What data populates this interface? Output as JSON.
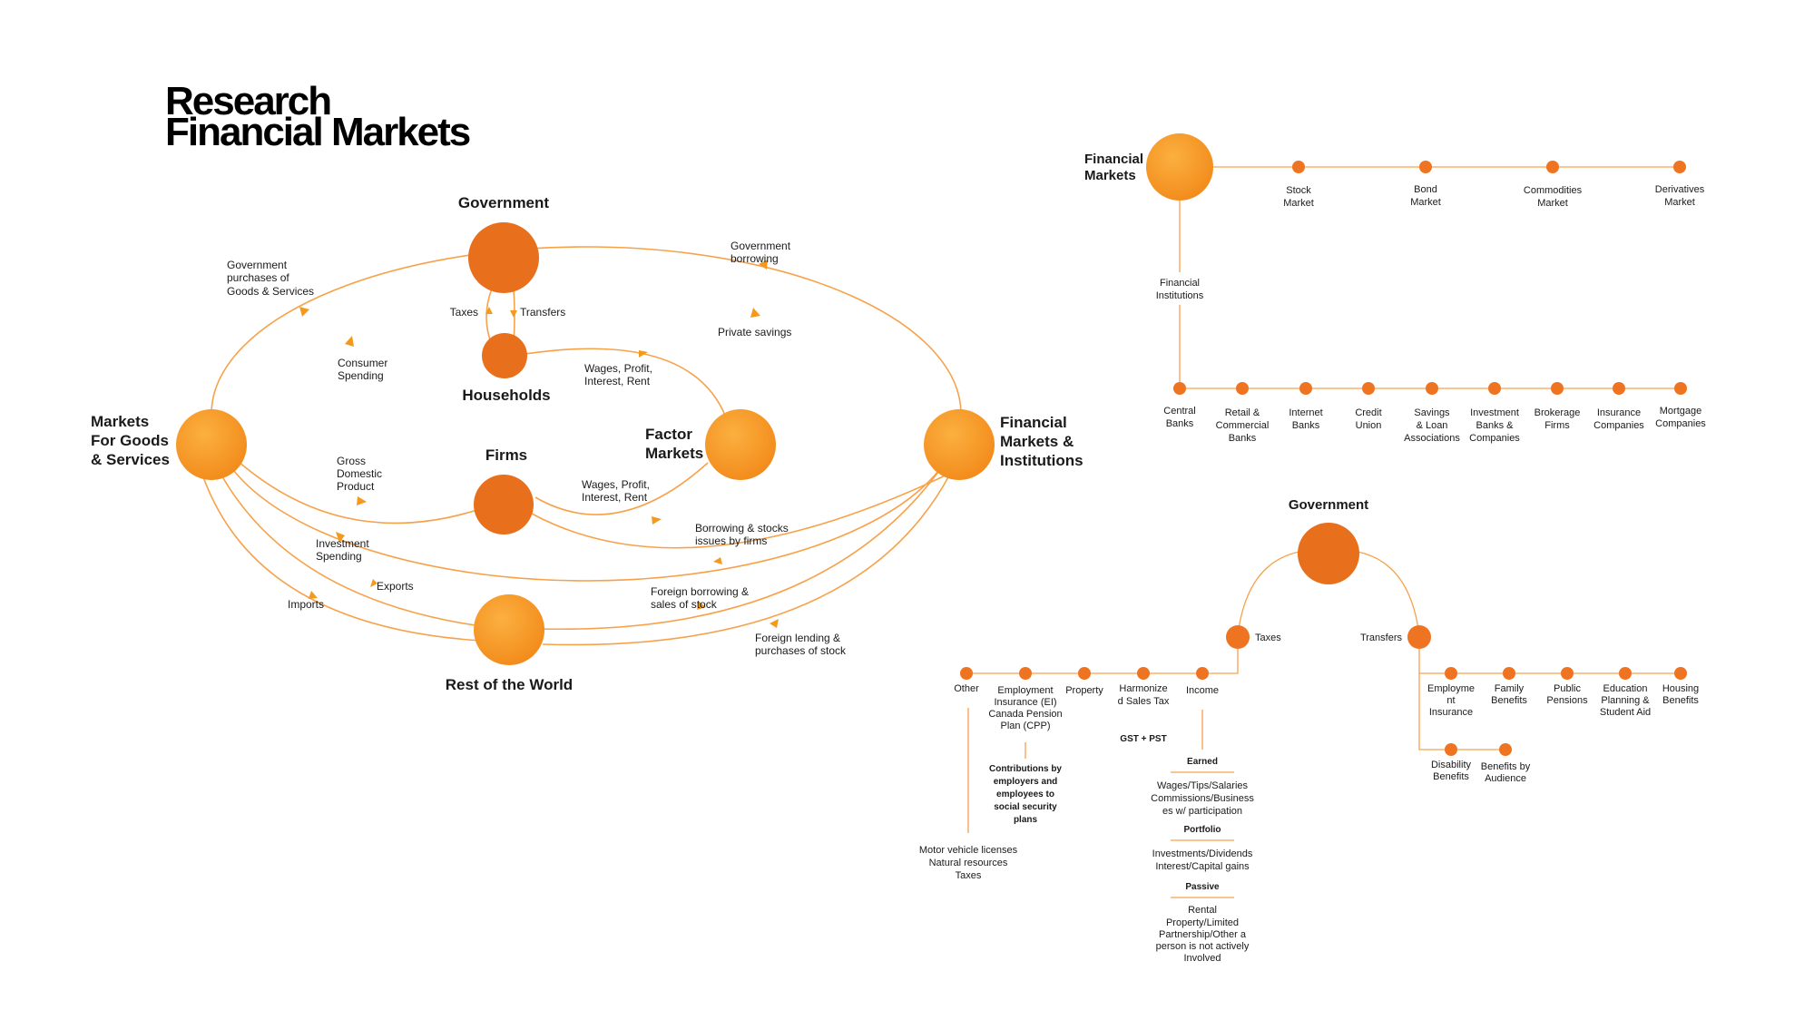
{
  "title": {
    "line1": "Research",
    "line2": "Financial Markets"
  },
  "colors": {
    "primary_orange": "#f7941d",
    "dark_orange": "#e86f1c",
    "line_orange": "#f7a24a"
  },
  "circular_flow": {
    "nodes": {
      "government": "Government",
      "households": "Households",
      "firms": "Firms",
      "factor_markets": [
        "Factor",
        "Markets"
      ],
      "goods_markets": [
        "Markets",
        "For Goods",
        "& Services"
      ],
      "financial_markets": [
        "Financial",
        "Markets &",
        "Institutions"
      ],
      "rest_of_world": "Rest of the World"
    },
    "flows": {
      "gov_purchases": [
        "Government",
        "purchases of",
        "Goods & Services"
      ],
      "gov_borrowing": [
        "Government",
        "borrowing"
      ],
      "taxes": "Taxes",
      "transfers": "Transfers",
      "private_savings": "Private savings",
      "consumer_spending": [
        "Consumer",
        "Spending"
      ],
      "wages_households": [
        "Wages, Profit,",
        "Interest, Rent"
      ],
      "gdp": [
        "Gross",
        "Domestic",
        "Product"
      ],
      "wages_firms": [
        "Wages, Profit,",
        "Interest, Rent"
      ],
      "investment_spending": [
        "Investment",
        "Spending"
      ],
      "borrowing_stocks": [
        "Borrowing & stocks",
        "issues by firms"
      ],
      "exports": "Exports",
      "imports": "Imports",
      "foreign_borrowing": [
        "Foreign borrowing &",
        "sales of stock"
      ],
      "foreign_lending": [
        "Foreign lending &",
        "purchases of stock"
      ]
    }
  },
  "financial_markets_tree": {
    "root": [
      "Financial",
      "Markets"
    ],
    "markets": [
      [
        "Stock",
        "Market"
      ],
      [
        "Bond",
        "Market"
      ],
      [
        "Commodities",
        "Market"
      ],
      [
        "Derivatives",
        "Market"
      ]
    ],
    "institutions_label": [
      "Financial",
      "Institutions"
    ],
    "institutions": [
      [
        "Central",
        "Banks"
      ],
      [
        "Retail &",
        "Commercial",
        "Banks"
      ],
      [
        "Internet",
        "Banks"
      ],
      [
        "Credit",
        "Union"
      ],
      [
        "Savings",
        "& Loan",
        "Associations"
      ],
      [
        "Investment",
        "Banks &",
        "Companies"
      ],
      [
        "Brokerage",
        "Firms"
      ],
      [
        "Insurance",
        "Companies"
      ],
      [
        "Mortgage",
        "Companies"
      ]
    ]
  },
  "government_tree": {
    "root": "Government",
    "taxes_label": "Taxes",
    "transfers_label": "Transfers",
    "tax_items": {
      "other": "Other",
      "ei_cpp": [
        "Employment",
        "Insurance (EI)",
        "Canada Pension",
        "Plan (CPP)"
      ],
      "property": "Property",
      "hst": [
        "Harmonize",
        "d Sales Tax"
      ],
      "income": "Income"
    },
    "other_details": [
      "Motor vehicle licenses",
      "Natural resources",
      "Taxes"
    ],
    "ei_details": [
      "Contributions by",
      "employers and",
      "employees to",
      "social security",
      "plans"
    ],
    "hst_detail": "GST + PST",
    "income": {
      "earned_label": "Earned",
      "earned": [
        "Wages/Tips/Salaries",
        "Commissions/Business",
        "es w/ participation"
      ],
      "portfolio_label": "Portfolio",
      "portfolio": [
        "Investments/Dividends",
        "Interest/Capital gains"
      ],
      "passive_label": "Passive",
      "passive": [
        "Rental",
        "Property/Limited",
        "Partnership/Other a",
        "person is not actively",
        "Involved"
      ]
    },
    "transfer_items": [
      [
        "Employme",
        "nt",
        "Insurance"
      ],
      [
        "Family",
        "Benefits"
      ],
      [
        "Public",
        "Pensions"
      ],
      [
        "Education",
        "Planning &",
        "Student Aid"
      ],
      [
        "Housing",
        "Benefits"
      ]
    ],
    "transfer_items_row2": [
      [
        "Disability",
        "Benefits"
      ],
      [
        "Benefits by",
        "Audience"
      ]
    ]
  }
}
